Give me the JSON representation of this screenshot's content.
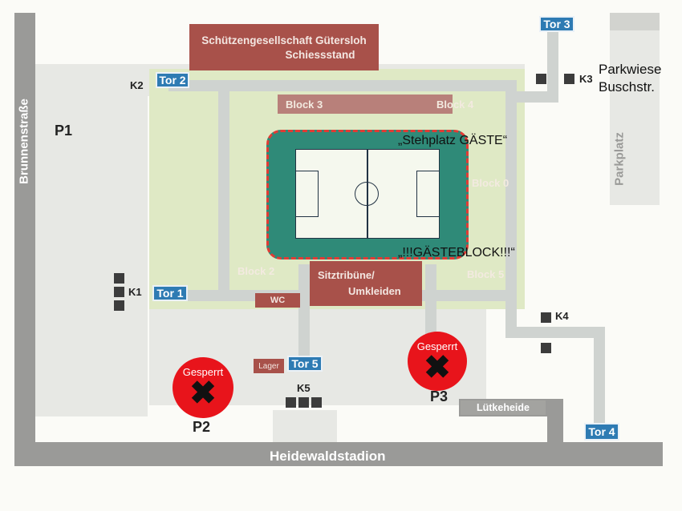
{
  "streets": {
    "left": "Brunnenstraße",
    "bottom": "Heidewaldstadion"
  },
  "buildings": {
    "club_line1": "Schützengesellschaft Gütersloh",
    "club_line2": "Schiessstand",
    "sitztribune_line1": "Sitztribüne/",
    "sitztribune_line2": "Umkleiden",
    "wc": "WC",
    "lager": "Lager",
    "luetkeheide": "Lütkeheide",
    "parkplatz": "Parkplatz"
  },
  "blocks": {
    "block3": "Block 3",
    "block4": "Block 4",
    "block0": "Block 0",
    "block2": "Block 2",
    "block5": "Block 5"
  },
  "gates": {
    "tor1": "Tor 1",
    "tor2": "Tor 2",
    "tor3": "Tor 3",
    "tor4": "Tor 4",
    "tor5": "Tor 5"
  },
  "ticket_booths": {
    "k1": "K1",
    "k2": "K2",
    "k3": "K3",
    "k4": "K4",
    "k5": "K5"
  },
  "parking": {
    "p1": "P1",
    "p2": "P2",
    "p3": "P3",
    "wiese_line1": "Parkwiese",
    "wiese_line2": "Buschstr.",
    "closed_label": "Gesperrt",
    "closed_mark": "✖"
  },
  "annotations": {
    "stehplatz": "„Stehplatz GÄSTE“",
    "gaesteblock": "„!!!GÄSTEBLOCK!!!“"
  },
  "colors": {
    "gate": "#2e7bb3",
    "building": "#a8514a",
    "pitch_surround": "#2f8a78",
    "closed": "#e8141b",
    "guest_dash": "#e23b34"
  }
}
